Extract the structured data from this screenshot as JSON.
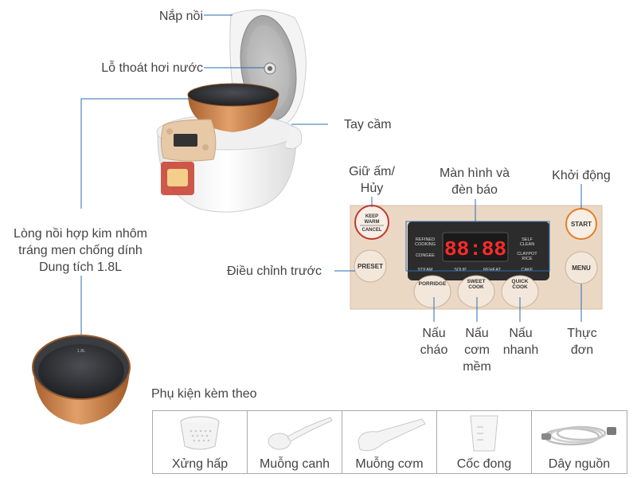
{
  "callouts": {
    "lid": "Nắp nồi",
    "steam_vent": "Lỗ thoát hơi nước",
    "handle": "Tay cầm",
    "inner_pot": [
      "Lòng nồi hợp kim nhôm",
      "tráng men chống dính",
      "Dung tích 1.8L"
    ],
    "keep_warm": [
      "Giữ ấm/",
      "Hủy"
    ],
    "display": [
      "Màn hình và",
      "đèn báo"
    ],
    "start": "Khởi động",
    "preset_adjust": "Điều chỉnh trước",
    "porridge": [
      "Nấu",
      "cháo"
    ],
    "sweet_cook": [
      "Nấu",
      "cơm",
      "mềm"
    ],
    "quick_cook": [
      "Nấu",
      "nhanh"
    ],
    "menu": [
      "Thực",
      "đơn"
    ]
  },
  "control_panel": {
    "keep_warm_btn": [
      "KEEP",
      "WARM",
      "CANCEL"
    ],
    "preset_btn": "PRESET",
    "start_btn": "START",
    "menu_btn": "MENU",
    "porridge_btn": "PORRIDGE",
    "sweet_cook_btn": [
      "SWEET",
      "COOK"
    ],
    "quick_cook_btn": [
      "QUICK",
      "COOK"
    ],
    "display_digits": "88:88",
    "modes_left": [
      "REFINED",
      "COOKING",
      "CONGEE",
      "STEAM"
    ],
    "modes_right": [
      "SELF",
      "CLEAN",
      "CLAYPOT",
      "RICE",
      "CAKE"
    ],
    "modes_bottom": [
      "SOUP",
      "REHEAT"
    ]
  },
  "accessories": {
    "title": "Phụ kiện kèm theo",
    "items": [
      {
        "label": "Xửng hấp",
        "icon": "steamer-basket-icon"
      },
      {
        "label": "Muỗng canh",
        "icon": "soup-ladle-icon"
      },
      {
        "label": "Muỗng cơm",
        "icon": "rice-paddle-icon"
      },
      {
        "label": "Cốc đong",
        "icon": "measuring-cup-icon"
      },
      {
        "label": "Dây nguồn",
        "icon": "power-cord-icon"
      }
    ]
  },
  "colors": {
    "callout_line": "#2b6cb0",
    "pot_copper": "#c9814a",
    "pot_interior": "#2a2c30",
    "panel": "#e9d6c3",
    "display_red": "#ff2a2a"
  }
}
